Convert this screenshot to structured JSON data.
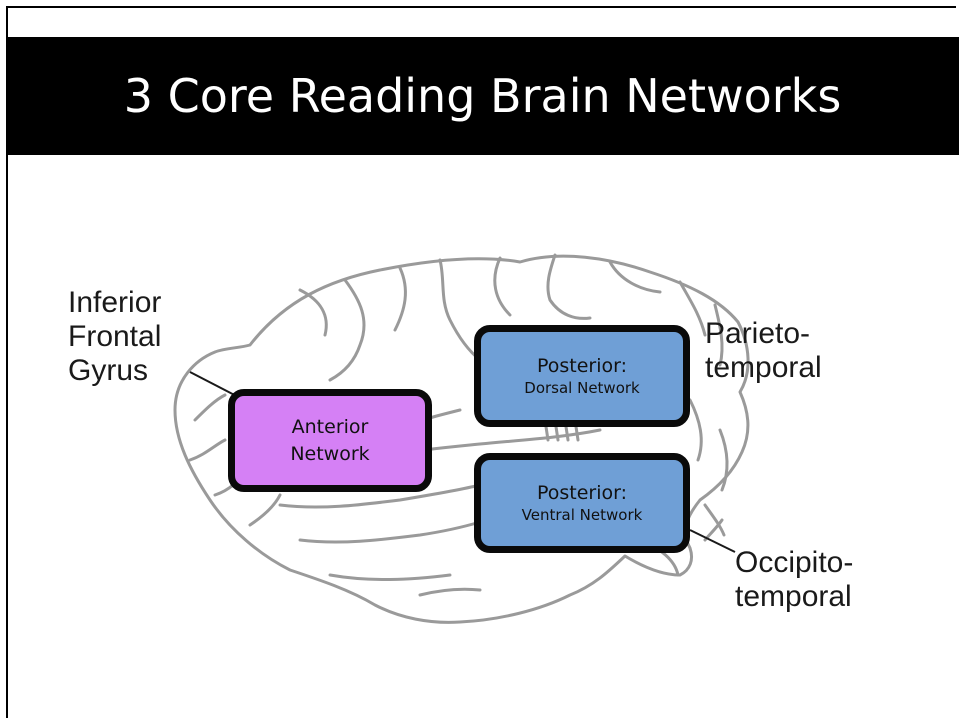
{
  "slide": {
    "title": "3 Core Reading Brain Networks"
  },
  "labels": {
    "inferior_frontal": [
      "Inferior",
      "Frontal",
      "Gyrus"
    ],
    "parieto_temporal": [
      "Parieto-",
      "temporal"
    ],
    "occipito_temporal": [
      "Occipito-",
      "temporal"
    ]
  },
  "boxes": {
    "anterior": {
      "line1": "Anterior",
      "line2": "Network",
      "color": "#d580f5"
    },
    "dorsal": {
      "line1": "Posterior:",
      "line2": "Dorsal Network",
      "color": "#6f9fd6"
    },
    "ventral": {
      "line1": "Posterior:",
      "line2": "Ventral Network",
      "color": "#6f9fd6"
    }
  },
  "colors": {
    "title_bg": "#000000",
    "title_text": "#ffffff",
    "brain_outline": "#9a9a9a"
  }
}
